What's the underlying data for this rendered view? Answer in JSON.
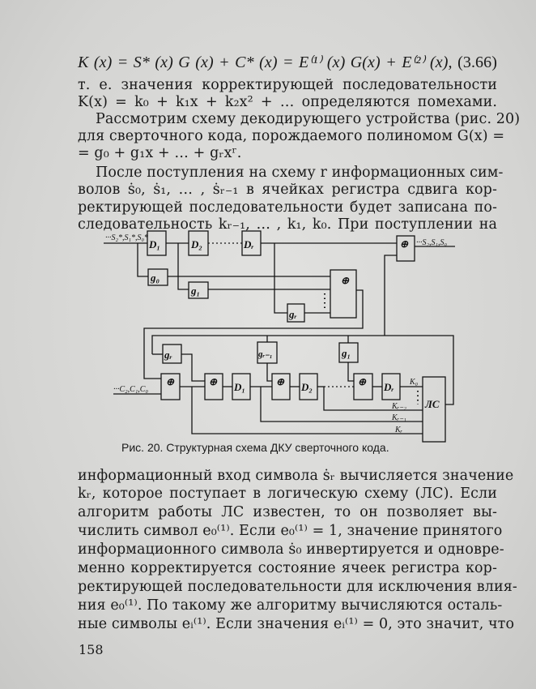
{
  "equation": {
    "text": "K (x) = S* (x) G (x) + C* (x) = E⁽¹⁾ (x) G(x) + E⁽²⁾ (x),",
    "number": "(3.66)"
  },
  "paragraph1": [
    "т. е. значения корректирующей последовательности",
    "K(x) = k₀ + k₁x + k₂x² + … определяются помехами."
  ],
  "paragraph2": [
    "Рассмотрим схему декодирующего устройства (рис. 20)",
    "для сверточного кода, порождаемого полиномом G(x) =",
    "= g₀ + g₁x + … + gᵣxʳ."
  ],
  "paragraph3": [
    "После поступления на схему r информационных сим-",
    "волов ṡ₀, ṡ₁, … , ṡᵣ₋₁ в ячейках регистра сдвига кор-",
    "ректирующей последовательности будет записана по-",
    "следовательность kᵣ₋₁, … , k₁, k₀. При поступлении на"
  ],
  "figure": {
    "input_top": "···S₂*,S₁*,S₀*",
    "output_top": "···S₂,S₁,S₀",
    "input_bottom": "···C₂,C₁,C₀",
    "xor": "⊕",
    "top_registers": [
      "D₁",
      "D₂",
      "Dᵣ"
    ],
    "top_taps": [
      "g₀",
      "g₁",
      "gᵣ"
    ],
    "bottom_taps": [
      "gᵣ",
      "gᵣ₋₁",
      "g₁"
    ],
    "bottom_registers": [
      "D₁",
      "D₂",
      "Dᵣ"
    ],
    "logic_block": "ЛС",
    "k_labels": [
      "K₀",
      "Kᵣ₋₂",
      "Kᵣ₋₁",
      "Kᵣ"
    ],
    "caption": "Рис. 20. Структурная схема ДКУ сверточного кода."
  },
  "paragraph4": [
    "информационный вход символа ṡᵣ вычисляется значение",
    "kᵣ, которое поступает в логическую схему (ЛС). Если",
    "алгоритм работы ЛС известен, то он позволяет вы-",
    "числить символ e₀⁽¹⁾. Если e₀⁽¹⁾ = 1, значение принятого",
    "информационного символа ṡ₀ инвертируется и одновре-",
    "менно корректируется состояние ячеек регистра кор-",
    "ректирующей последовательности для исключения влия-",
    "ния e₀⁽¹⁾. По такому же алгоритму вычисляются осталь-",
    "ные символы eᵢ⁽¹⁾. Если значения eᵢ⁽¹⁾ = 0, это значит, что"
  ],
  "page_number": "158"
}
